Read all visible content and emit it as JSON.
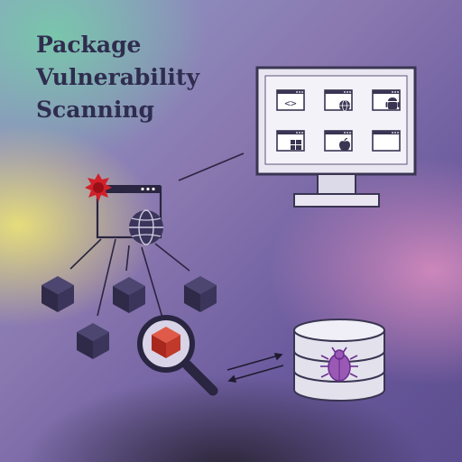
{
  "title": {
    "line1": "Package",
    "line2": "Vulnerability",
    "line3": "Scanning"
  },
  "colors": {
    "ink": "#2f2d4f",
    "cube_dark": "#3b355c",
    "cube_red": "#c0392b",
    "monitor_frame": "#e9e6f2",
    "monitor_screen": "#f1eff7",
    "database": "#e3e1ec",
    "bug": "#9b59b6",
    "virus": "#d0202a"
  },
  "icons": {
    "monitor_windows": [
      "code-window-icon",
      "web-window-icon",
      "android-window-icon",
      "windows-window-icon",
      "apple-window-icon",
      "blank-window-icon"
    ],
    "web_app": "globe-icon",
    "threat": "virus-icon",
    "search": "magnifier-icon",
    "storage": "database-icon",
    "malware": "bug-icon"
  }
}
